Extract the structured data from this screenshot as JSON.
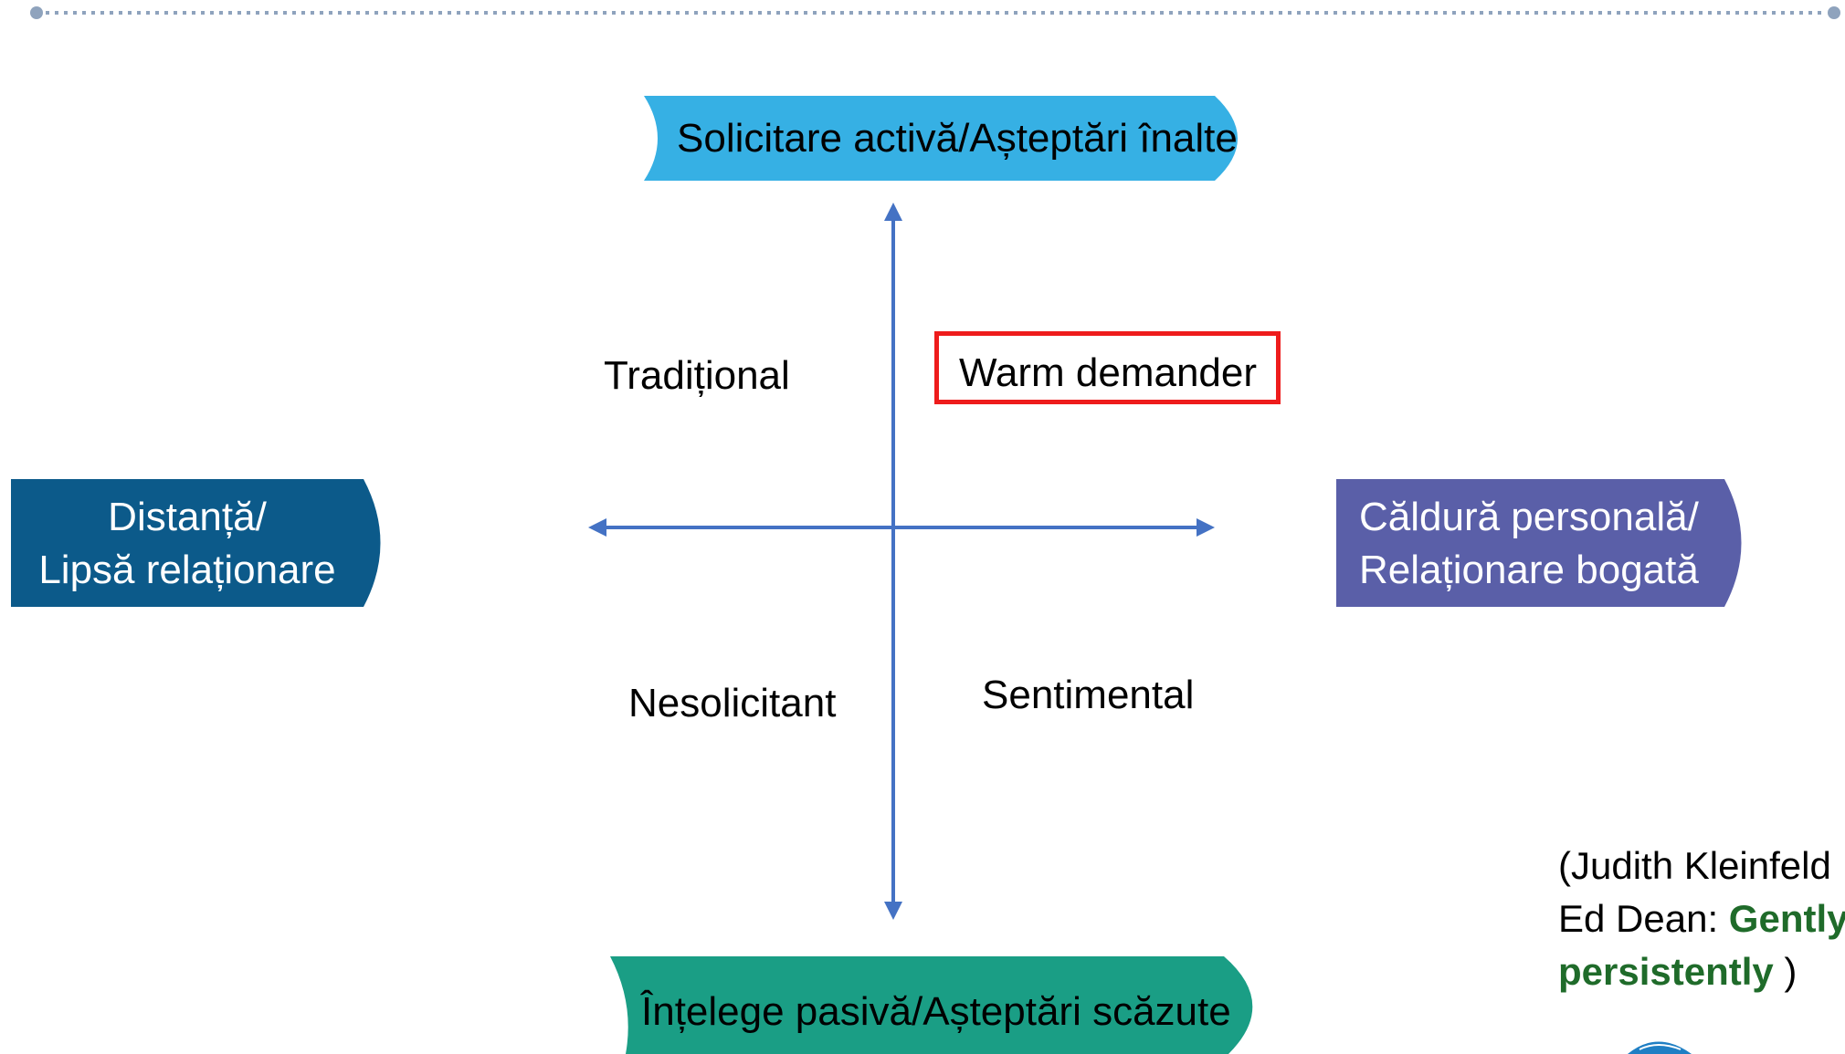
{
  "axes": {
    "top": "Solicitare activă/Așteptări înalte",
    "bottom": "Înțelege pasivă/Așteptări scăzute",
    "left_line1": "Distanță/",
    "left_line2": "Lipsă relaționare",
    "right_line1": "Căldură personală/",
    "right_line2": "Relaționare bogată"
  },
  "quadrants": {
    "top_left": "Tradițional",
    "top_right": "Warm demander",
    "bottom_left": "Nesolicitant",
    "bottom_right": "Sentimental"
  },
  "citation": {
    "line1": "(Judith Kleinfeld",
    "line2_prefix": "Ed Dean: ",
    "line2_green": "Gently",
    "line3_green": "persistently",
    "line3_suffix": " )"
  },
  "colors": {
    "top_banner": "#36b0e4",
    "bottom_banner": "#1a9e85",
    "left_box": "#0c5a8a",
    "right_box": "#5a5fa8",
    "axis": "#4472c4",
    "highlight_border": "#ee1c1c",
    "dotted_rule": "#8fa3bd",
    "citation_accent": "#1f6b2a"
  }
}
